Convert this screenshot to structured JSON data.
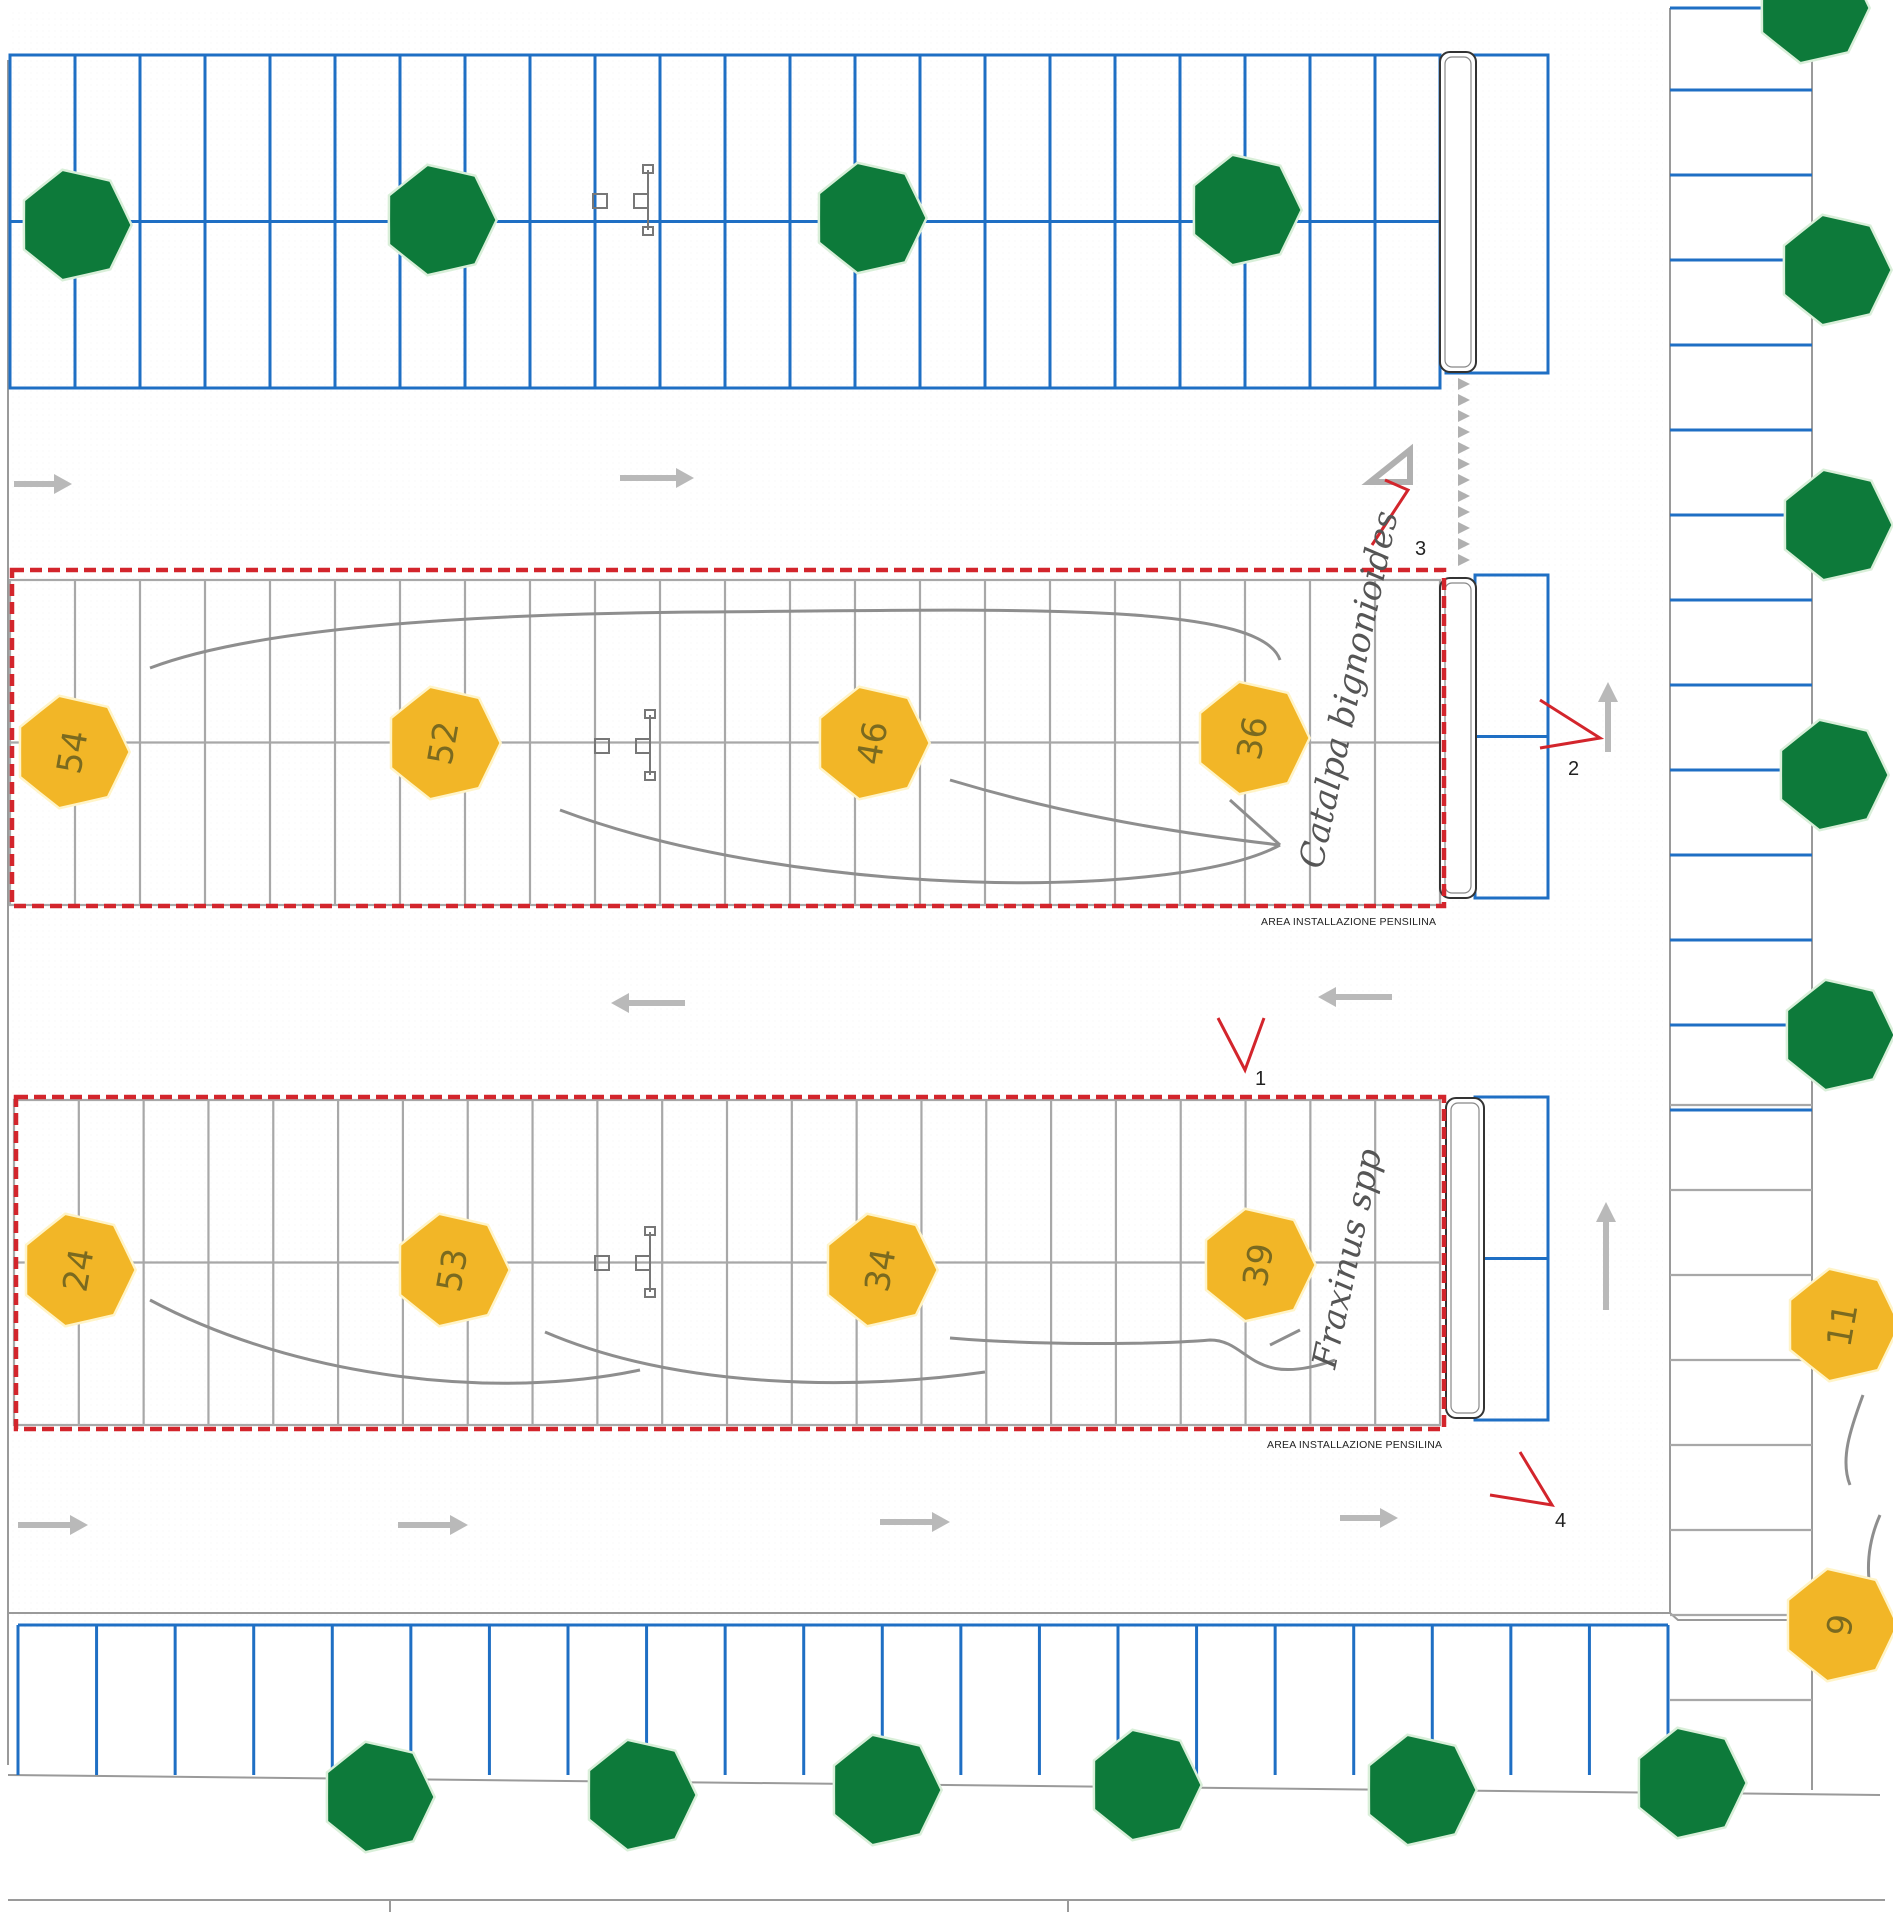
{
  "colors": {
    "blue_stall": "#1f6fc4",
    "grey_stall": "#a8a8a8",
    "red_area": "#d3252c",
    "green_tree": "#0d7a3a",
    "yellow_tree": "#f2b627",
    "arrow_grey": "#b9b9b9",
    "pencil": "#8e8e8e"
  },
  "areas": [
    {
      "label": "AREA INSTALLAZIONE PENSILINA"
    },
    {
      "label": "AREA INSTALLAZIONE PENSILINA"
    }
  ],
  "yellow_trees": [
    {
      "label": "54"
    },
    {
      "label": "52"
    },
    {
      "label": "46"
    },
    {
      "label": "36"
    },
    {
      "label": "24"
    },
    {
      "label": "53"
    },
    {
      "label": "34"
    },
    {
      "label": "39"
    },
    {
      "label": "11"
    },
    {
      "label": "9"
    }
  ],
  "section_marks": [
    {
      "label": "1"
    },
    {
      "label": "2"
    },
    {
      "label": "3"
    },
    {
      "label": "4"
    }
  ],
  "notes": [
    {
      "text": "Catalpa bignonioides"
    },
    {
      "text": "Fraxinus spp"
    }
  ],
  "icons": [
    "tree-icon",
    "arrow-icon",
    "section-mark-icon"
  ]
}
